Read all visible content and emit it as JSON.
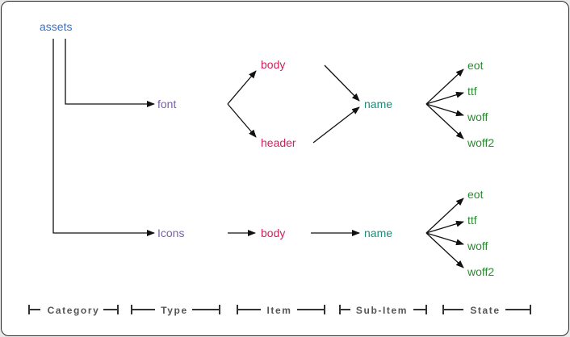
{
  "colors": {
    "root": "#3a6fc6",
    "type": "#7a5fa6",
    "item": "#d0215f",
    "subitem": "#1f8a7a",
    "state": "#2c8a34",
    "line": "#111111",
    "scale": "#555555"
  },
  "nodes": {
    "assets": "assets",
    "font": "font",
    "icons": "Icons",
    "font_body": "body",
    "font_header": "header",
    "icons_body": "body",
    "font_name": "name",
    "icons_name": "name",
    "font_states": [
      "eot",
      "ttf",
      "woff",
      "woff2"
    ],
    "icons_states": [
      "eot",
      "ttf",
      "woff",
      "woff2"
    ]
  },
  "scale": {
    "category": "Category",
    "type": "Type",
    "item": "Item",
    "subitem": "Sub-Item",
    "state": "State"
  }
}
